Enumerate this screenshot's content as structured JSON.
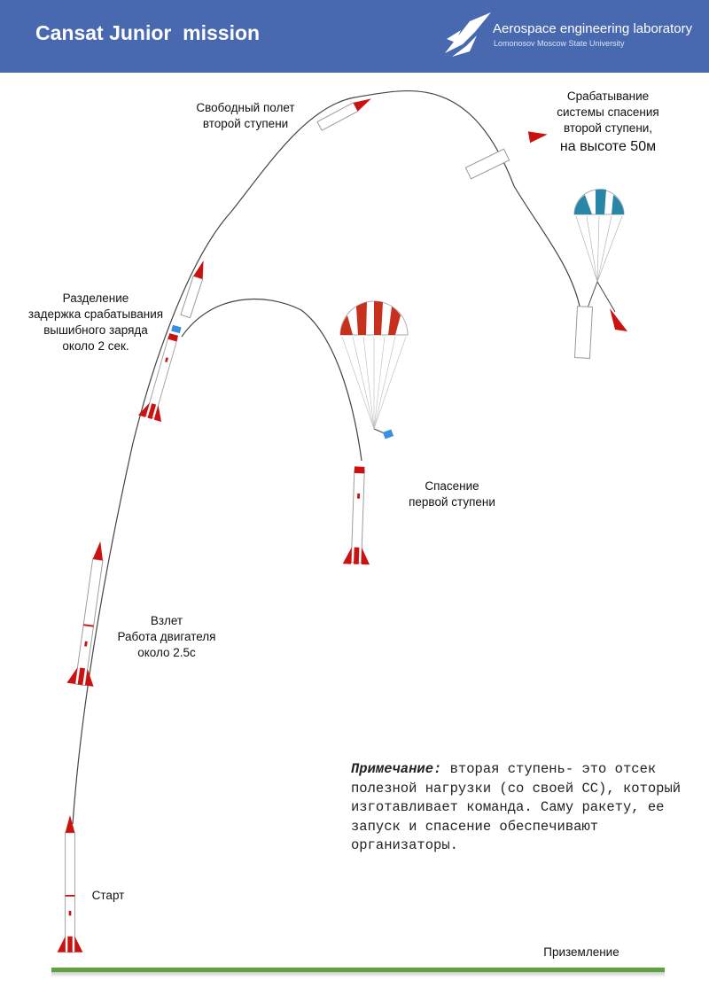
{
  "header": {
    "title": "Cansat Junior  mission",
    "lab_name": "Aerospace engineering laboratory",
    "university": "Lomonosov Moscow State University"
  },
  "labels": {
    "free_flight": "Свободный полет\nвторой ступени",
    "recovery_second": "Срабатывание\nсистемы спасения\nвторой ступени,",
    "altitude": "на высоте 50м",
    "separation": "Разделение\nзадержка срабатывания\nвышибного заряда\nоколо 2 сек.",
    "recovery_first": "Спасение\nпервой ступени",
    "liftoff": "Взлет\nРабота двигателя\nоколо 2.5с",
    "start": "Старт",
    "landing": "Приземление"
  },
  "note": {
    "heading": "Примечание:",
    "text": "  вторая ступень- это отсек полезной нагрузки (со своей СС),  который изготавливает команда.  Саму ракету, ее запуск и спасение обеспечивают организаторы."
  },
  "colors": {
    "header_bg": "#4868b0",
    "rocket_red": "#cc1111",
    "chute_red": "#c8301e",
    "chute_blue": "#2a86a6",
    "ground": "#5ea23f"
  }
}
